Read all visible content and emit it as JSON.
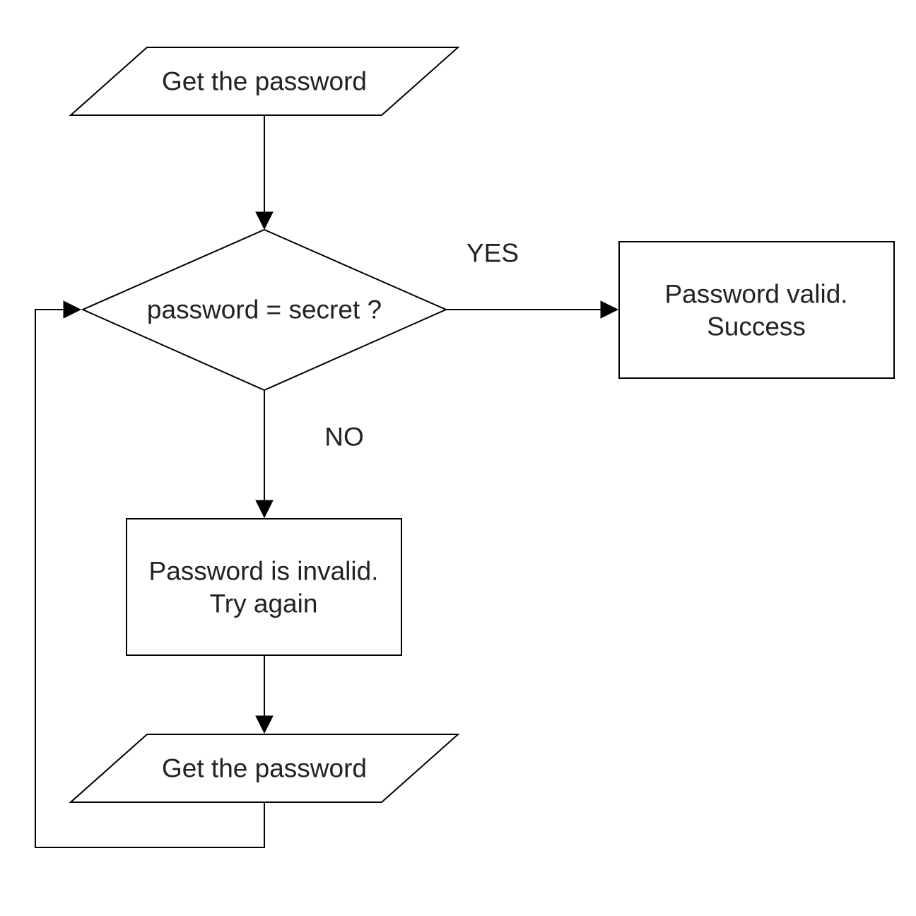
{
  "nodes": {
    "input_top": {
      "label": "Get the password"
    },
    "decision": {
      "label": "password = secret ?"
    },
    "success": {
      "line1": "Password valid.",
      "line2": "Success"
    },
    "invalid": {
      "line1": "Password is invalid.",
      "line2": "Try again"
    },
    "input_bottom": {
      "label": "Get the password"
    }
  },
  "edges": {
    "yes_label": "YES",
    "no_label": "NO"
  }
}
